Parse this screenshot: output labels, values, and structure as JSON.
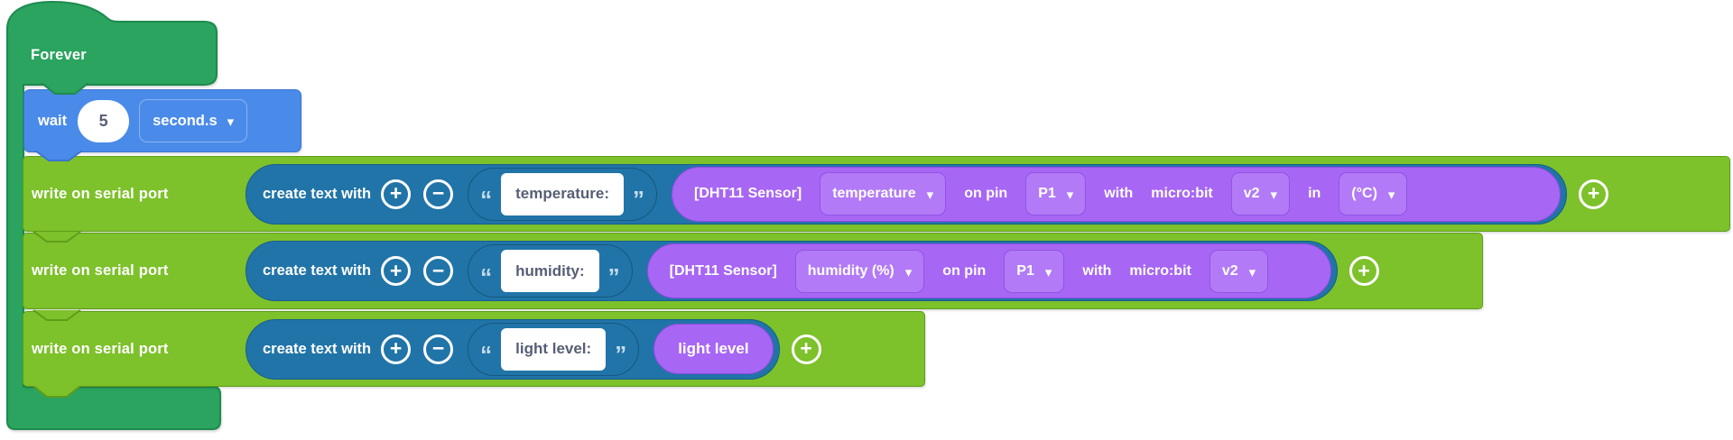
{
  "app": "block-editor-workspace",
  "colors": {
    "forever_green": "#2aa45f",
    "serial_green": "#7dc12b",
    "create_text_blue": "#2174a8",
    "wait_blue": "#4a8be9",
    "sensor_purple": "#a766f3",
    "field_text": "#575e75",
    "canvas_bg": "#ffffff"
  },
  "icons": {
    "plus": "+",
    "minus": "−",
    "dropdown": "▾",
    "quote_open": "“",
    "quote_close": "”"
  },
  "forever": {
    "label": "Forever"
  },
  "wait_block": {
    "label": "wait",
    "value": "5",
    "unit": "second.s"
  },
  "serial_rows": [
    {
      "label": "write on serial port",
      "create_text_label": "create text with",
      "string_value": "temperature:",
      "sensor": {
        "label": "[DHT11 Sensor]",
        "measurement": "temperature",
        "on_pin_label": "on pin",
        "pin": "P1",
        "with_label": "with",
        "device_label": "micro:bit",
        "version": "v2",
        "in_label": "in",
        "unit": "(°C)"
      }
    },
    {
      "label": "write on serial port",
      "create_text_label": "create text with",
      "string_value": "humidity:",
      "sensor": {
        "label": "[DHT11 Sensor]",
        "measurement": "humidity (%)",
        "on_pin_label": "on pin",
        "pin": "P1",
        "with_label": "with",
        "device_label": "micro:bit",
        "version": "v2"
      }
    },
    {
      "label": "write on serial port",
      "create_text_label": "create text with",
      "string_value": "light level:",
      "value_block": "light level"
    }
  ]
}
